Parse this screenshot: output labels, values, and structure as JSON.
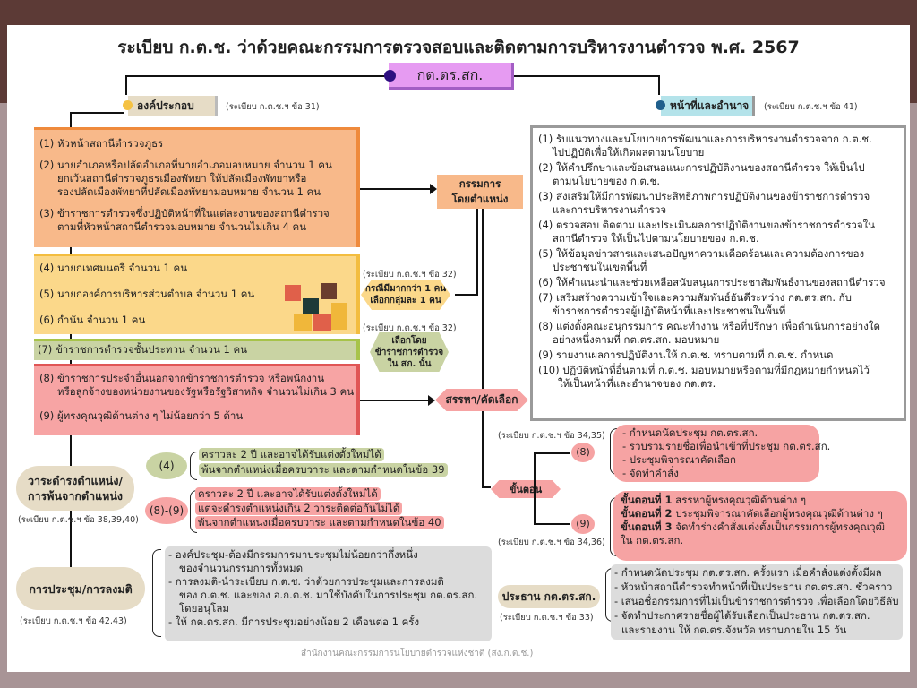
{
  "title": "ระเบียบ ก.ต.ช. ว่าด้วยคณะกรรมการตรวจสอบและติดตามการบริหารงานตำรวจ พ.ศ. 2567",
  "center_node": "กต.ตร.สก.",
  "composition": {
    "label": "องค์ประกอบ",
    "ref": "(ระเบียบ ก.ต.ช.ฯ ข้อ 31)",
    "orange": [
      "(1) หัวหน้าสถานีตำรวจภูธร",
      "(2) นายอำเภอหรือปลัดอำเภอที่นายอำเภอมอบหมาย จำนวน 1 คน",
      "ยกเว้นสถานีตำรวจภูธรเมืองพัทยา ให้ปลัดเมืองพัทยาหรือ",
      "รองปลัดเมืองพัทยาที่ปลัดเมืองพัทยามอบหมาย จำนวน 1 คน",
      "(3) ข้าราชการตำรวจซึ่งปฏิบัติหน้าที่ในแต่ละงานของสถานีตำรวจ",
      "ตามที่หัวหน้าสถานีตำรวจมอบหมาย จำนวนไม่เกิน 4 คน"
    ],
    "yellow": [
      "(4) นายกเทศมนตรี จำนวน 1 คน",
      "(5) นายกองค์การบริหารส่วนตำบล จำนวน 1 คน",
      "(6) กำนัน จำนวน 1 คน"
    ],
    "green": "(7) ข้าราชการตำรวจชั้นประทวน จำนวน 1 คน",
    "red": [
      "(8) ข้าราชการประจำอื่นนอกจากข้าราชการตำรวจ หรือพนักงาน",
      "หรือลูกจ้างของหน่วยงานของรัฐหรือรัฐวิสาหกิจ จำนวนไม่เกิน 3 คน",
      "(9) ผู้ทรงคุณวุฒิด้านต่าง ๆ ไม่น้อยกว่า 5 ด้าน"
    ]
  },
  "ex_officio": [
    "กรรมการ",
    "โดยตำแหน่ง"
  ],
  "hex_yellow": {
    "ref": "(ระเบียบ ก.ต.ช.ฯ ข้อ 32)",
    "lines": [
      "กรณีมีมากกว่า 1 คน",
      "เลือกกลุ่มละ 1 คน"
    ]
  },
  "hex_green": {
    "ref": "(ระเบียบ ก.ต.ช.ฯ ข้อ 32)",
    "lines": [
      "เลือกโดย",
      "ข้าราชการตำรวจ",
      "ใน สภ. นั้น"
    ]
  },
  "recruit": "สรรหา/คัดเลือก",
  "duties": {
    "label": "หน้าที่และอำนาจ",
    "ref": "(ระเบียบ ก.ต.ช.ฯ ข้อ 41)",
    "lines": [
      "(1) รับแนวทางและนโยบายการพัฒนาและการบริหารงานตำรวจจาก ก.ต.ช.",
      "ไปปฏิบัติเพื่อให้เกิดผลตามนโยบาย",
      "(2) ให้คำปรึกษาและข้อเสนอแนะการปฏิบัติงานของสถานีตำรวจ ให้เป็นไป",
      "ตามนโยบายของ ก.ต.ช.",
      "(3) ส่งเสริมให้มีการพัฒนาประสิทธิภาพการปฏิบัติงานของข้าราชการตำรวจ",
      "และการบริหารงานตำรวจ",
      "(4) ตรวจสอบ ติดตาม และประเมินผลการปฏิบัติงานของข้าราชการตำรวจใน",
      "สถานีตำรวจ ให้เป็นไปตามนโยบายของ ก.ต.ช.",
      "(5) ให้ข้อมูลข่าวสารและเสนอปัญหาความเดือดร้อนและความต้องการของ",
      "ประชาชนในเขตพื้นที่",
      "(6) ให้คำแนะนำและช่วยเหลือสนับสนุนการประชาสัมพันธ์งานของสถานีตำรวจ",
      "(7) เสริมสร้างความเข้าใจและความสัมพันธ์อันดีระหว่าง กต.ตร.สก. กับ",
      "ข้าราชการตำรวจผู้ปฏิบัติหน้าที่และประชาชนในพื้นที่",
      "(8)  แต่งตั้งคณะอนุกรรมการ คณะทำงาน หรือที่ปรึกษา เพื่อดำเนินการอย่างใด",
      "อย่างหนึ่งตามที่ กต.ตร.สก. มอบหมาย",
      "(9) รายงานผลการปฏิบัติงานให้ ก.ต.ช. ทราบตามที่ ก.ต.ช. กำหนด",
      "(10) ปฏิบัติหน้าที่อื่นตามที่ ก.ต.ช. มอบหมายหรือตามที่มีกฎหมายกำหนดไว้",
      "ให้เป็นหน้าที่และอำนาจของ กต.ตร."
    ]
  },
  "term": {
    "label": [
      "วาระดำรงตำแหน่ง/",
      "การพ้นจากตำแหน่ง"
    ],
    "ref": "(ระเบียบ ก.ต.ช.ฯ ข้อ 38,39,40)",
    "g4": {
      "tag": "(4)",
      "lines": [
        "คราวละ 2 ปี และอาจได้รับแต่งตั้งใหม่ได้",
        "พ้นจากตำแหน่งเมื่อครบวาระ และตามกำหนดในข้อ 39"
      ]
    },
    "g89": {
      "tag": "(8)-(9)",
      "lines": [
        "คราวละ 2 ปี และอาจได้รับแต่งตั้งใหม่ได้",
        "แต่จะดำรงตำแหน่งเกิน 2 วาระติดต่อกันไม่ได้",
        "พ้นจากตำแหน่งเมื่อครบวาระ และตามกำหนดในข้อ 40"
      ]
    }
  },
  "meeting": {
    "label": "การประชุม/การลงมติ",
    "ref": "(ระเบียบ ก.ต.ช.ฯ ข้อ 42,43)",
    "lines": [
      "- องค์ประชุม-ต้องมีกรรมการมาประชุมไม่น้อยกว่ากึ่งหนึ่ง",
      "ของจำนวนกรรมการทั้งหมด",
      "- การลงมติ-นำระเบียบ ก.ต.ช. ว่าด้วยการประชุมและการลงมติ",
      "ของ ก.ต.ช. และของ อ.ก.ต.ช. มาใช้บังคับในการประชุม กต.ตร.สก.",
      "โดยอนุโลม",
      "- ให้ กต.ตร.สก. มีการประชุมอย่างน้อย 2 เดือนต่อ 1 ครั้ง"
    ]
  },
  "steps": {
    "label": "ขั้นตอน",
    "s8": {
      "tag": "(8)",
      "ref": "(ระเบียบ ก.ต.ช.ฯ ข้อ 34,35)",
      "lines": [
        "- กำหนดนัดประชุม กต.ตร.สก.",
        "- รวบรวมรายชื่อเพื่อนำเข้าที่ประชุม กต.ตร.สก.",
        "- ประชุมพิจารณาคัดเลือก",
        "- จัดทำคำสั่ง"
      ]
    },
    "s9": {
      "tag": "(9)",
      "ref": "(ระเบียบ ก.ต.ช.ฯ ข้อ 34,36)",
      "items": [
        {
          "b": "ขั้นตอนที่ 1",
          "t": " สรรหาผู้ทรงคุณวุฒิด้านต่าง ๆ"
        },
        {
          "b": "ขั้นตอนที่ 2",
          "t": " ประชุมพิจารณาคัดเลือกผู้ทรงคุณวุฒิด้านต่าง ๆ"
        },
        {
          "b": "ขั้นตอนที่ 3",
          "t": " จัดทำร่างคำสั่งแต่งตั้งเป็นกรรมการผู้ทรงคุณวุฒิ"
        }
      ],
      "tail": "ใน กต.ตร.สก."
    }
  },
  "chair": {
    "label": "ประธาน กต.ตร.สก.",
    "ref": "(ระเบียบ ก.ต.ช.ฯ ข้อ 33)",
    "lines": [
      "- กำหนดนัดประชุม กต.ตร.สก. ครั้งแรก เมื่อคำสั่งแต่งตั้งมีผล",
      "- หัวหน้าสถานีตำรวจทำหน้าที่เป็นประธาน กต.ตร.สก. ชั่วคราว",
      "- เสนอชื่อกรรมการที่ไม่เป็นข้าราชการตำรวจ เพื่อเลือกโดยวิธีลับ",
      "- จัดทำประกาศรายชื่อผู้ได้รับเลือกเป็นประธาน กต.ตร.สก.",
      "และรายงาน ให้ กต.ตร.จังหวัด ทราบภายใน 15 วัน"
    ]
  },
  "footer": "สำนักงานคณะกรรมการนโยบายตำรวจแห่งชาติ (สง.ก.ต.ช.)"
}
